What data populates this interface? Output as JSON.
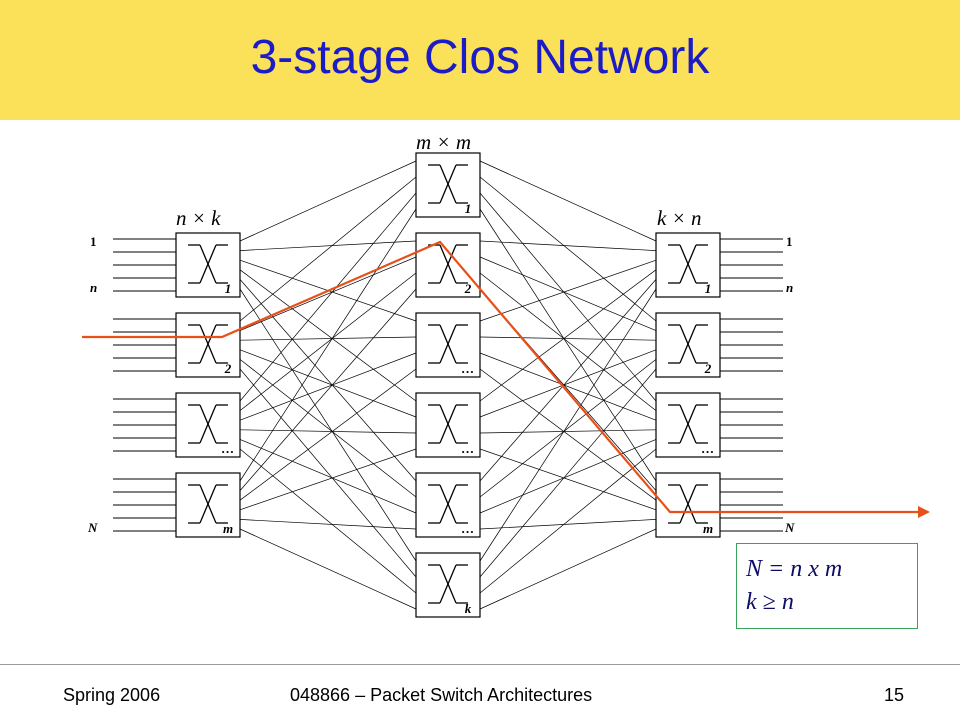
{
  "slide": {
    "title": "3-stage Clos Network",
    "footer_left": "Spring 2006",
    "footer_center": "048866 – Packet Switch Architectures",
    "page_number": "15"
  },
  "diagram": {
    "stage_labels": {
      "first": "n × k",
      "middle": "m × m",
      "last": "k × n"
    },
    "first_stage_switch_labels": [
      "1",
      "2",
      "…",
      "m"
    ],
    "middle_stage_switch_labels": [
      "1",
      "2",
      "…",
      "…",
      "…",
      "k"
    ],
    "last_stage_switch_labels": [
      "1",
      "2",
      "…",
      "m"
    ],
    "left_port_labels": {
      "top": "1",
      "group_end": "n",
      "bottom": "N"
    },
    "right_port_labels": {
      "top": "1",
      "group_end": "n",
      "bottom": "N"
    },
    "formula_lines": [
      "N = n x m",
      "k ≥ n"
    ],
    "colors": {
      "switch_border": "#000000",
      "link": "#000000",
      "highlight_path": "#e8501a",
      "formula_border": "#3aa35a",
      "title": "#1c1cc7",
      "title_band": "#fbe05a"
    }
  }
}
